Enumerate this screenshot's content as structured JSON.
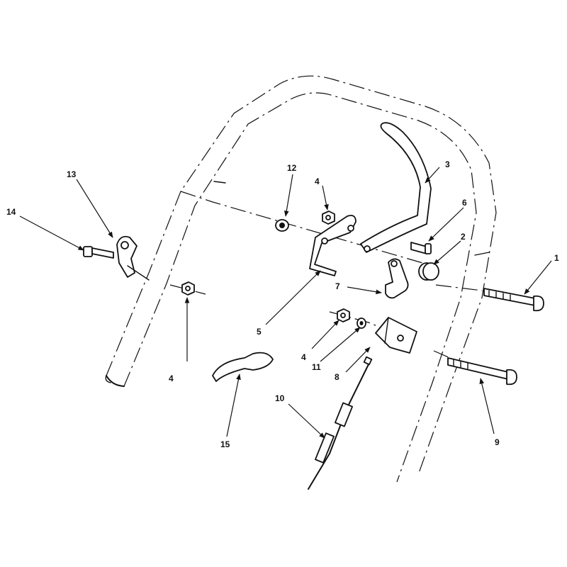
{
  "callouts": [
    "1",
    "2",
    "3",
    "4",
    "4",
    "4",
    "5",
    "6",
    "7",
    "8",
    "9",
    "10",
    "11",
    "12",
    "13",
    "14",
    "15"
  ]
}
